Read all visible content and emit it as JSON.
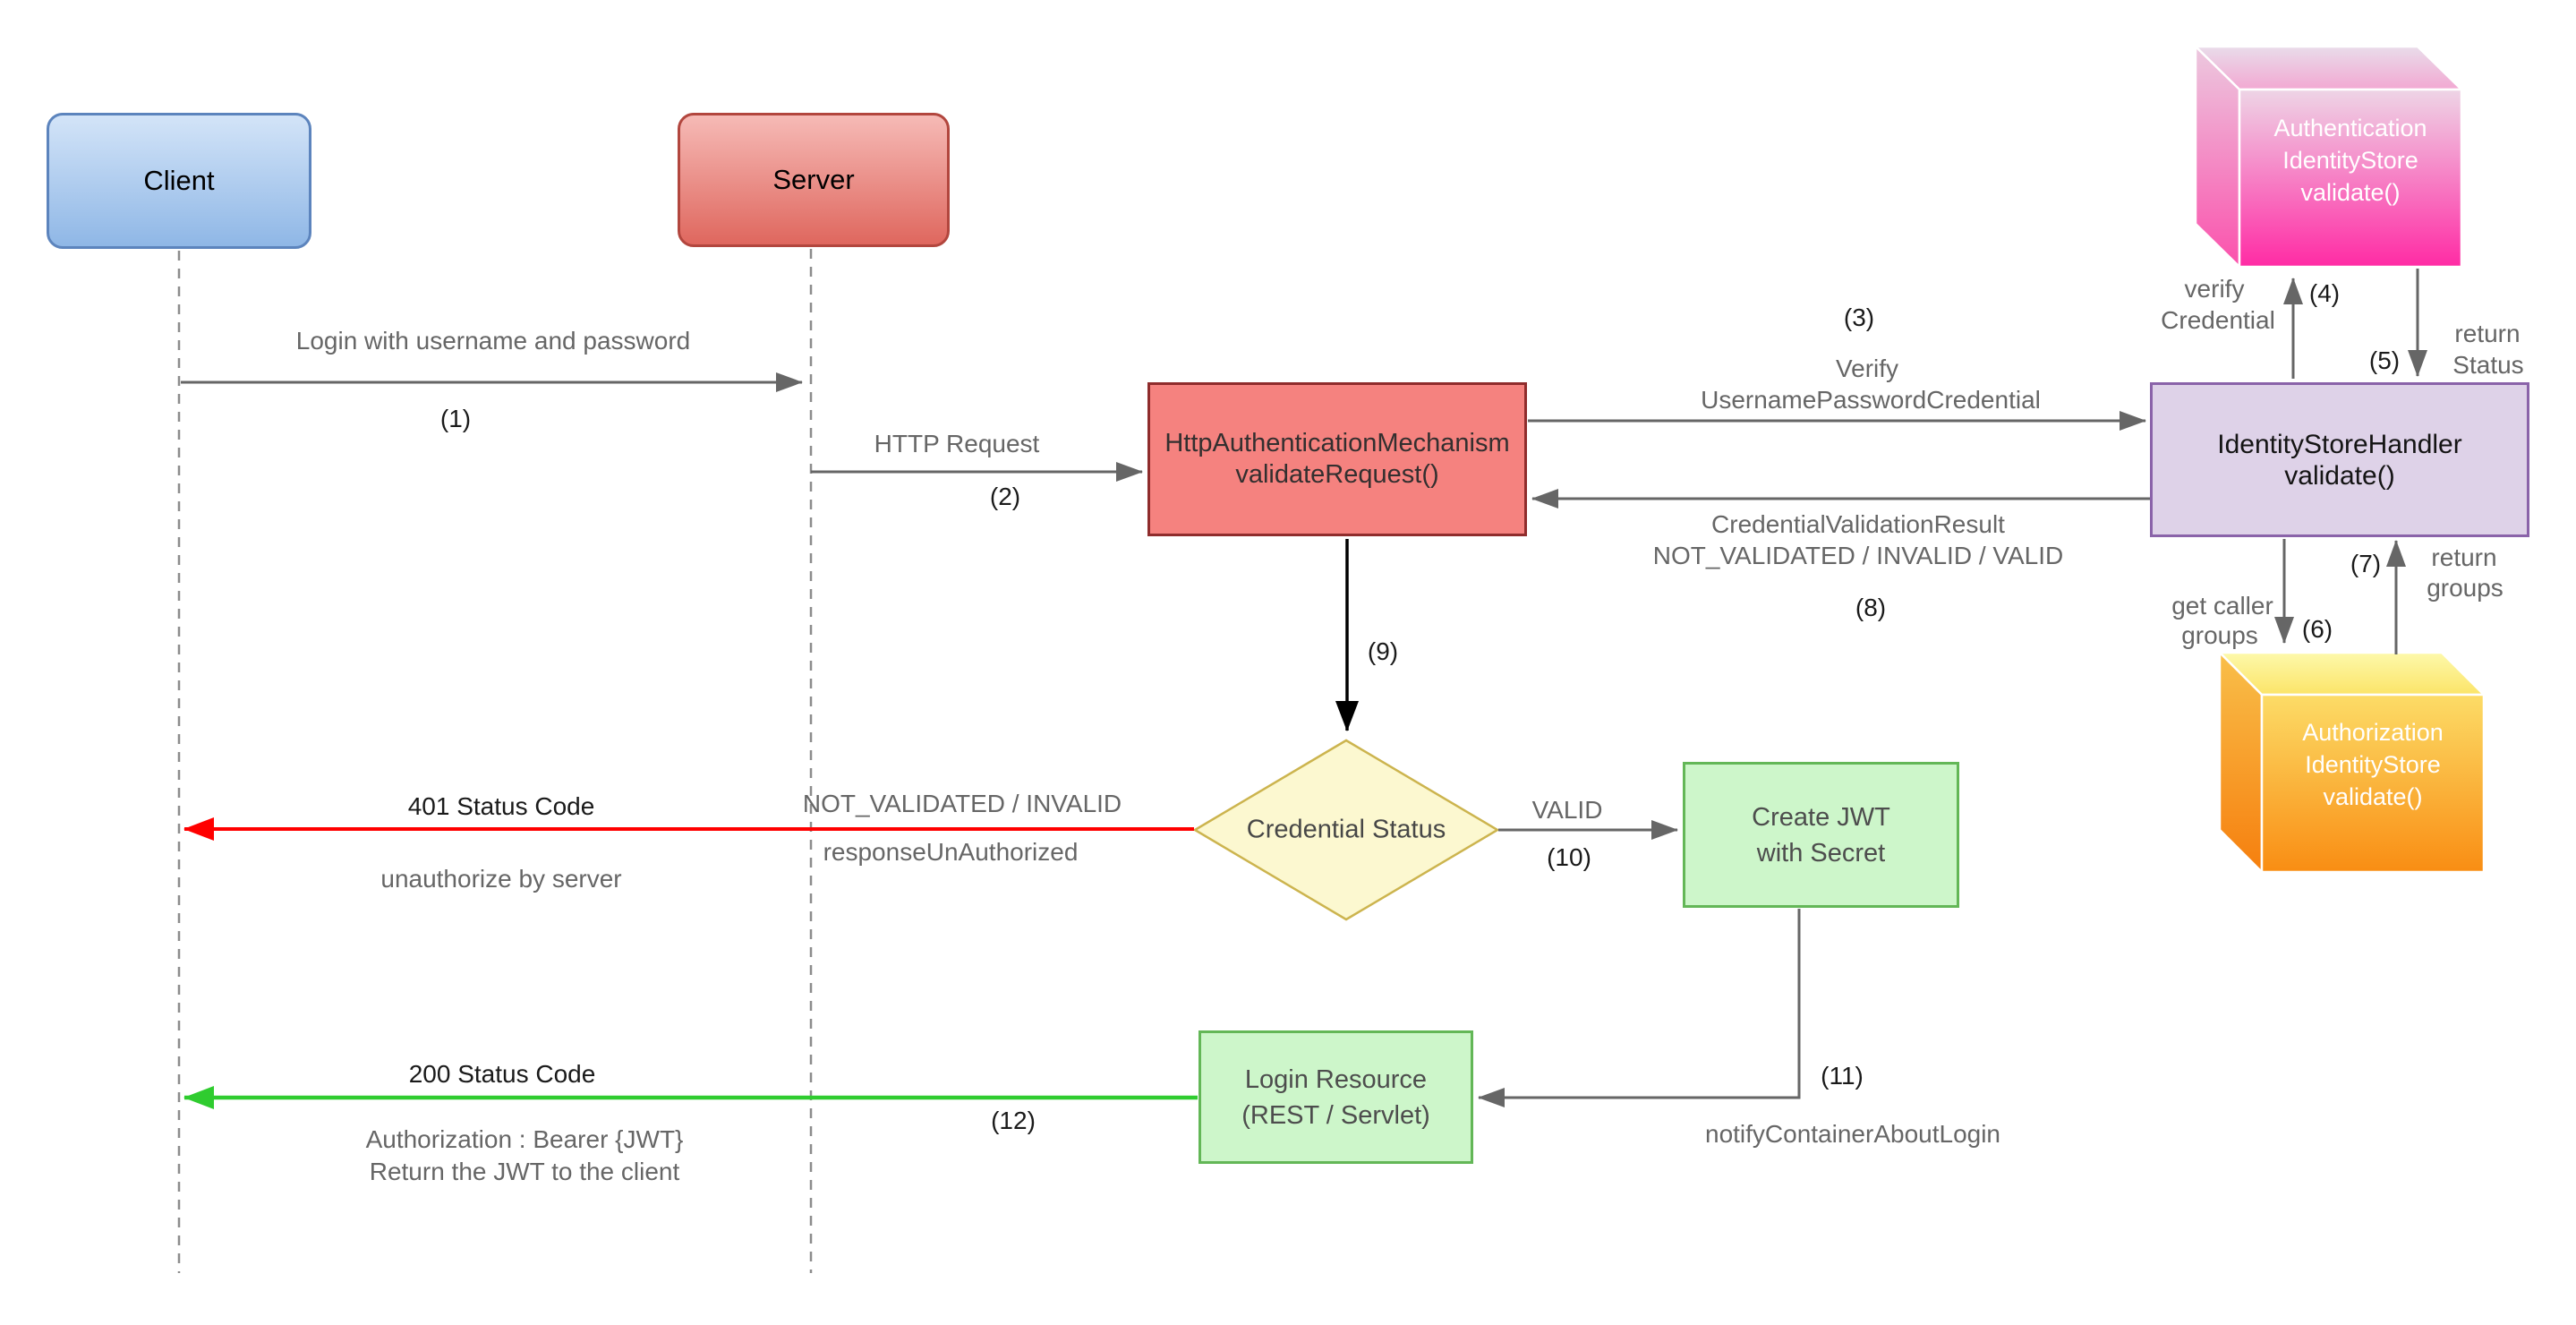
{
  "colors": {
    "client_fill_top": "#d3e4f8",
    "client_fill_bottom": "#8fb7e6",
    "client_border": "#5c84bd",
    "server_fill_top": "#f6bab6",
    "server_fill_bottom": "#df675e",
    "server_border": "#b2463e",
    "http_auth_fill": "#f5827f",
    "http_auth_border": "#8f2c2c",
    "handler_fill": "#ded2e8",
    "handler_border": "#8a63a9",
    "green_box_fill": "#cdf6ca",
    "green_box_border": "#63b757",
    "diamond_fill": "#fcf8d0",
    "diamond_border": "#ccb44e",
    "auth_cube_gradient_top": "#eed5e6",
    "auth_cube_gradient_bottom": "#ff2ba4",
    "authz_cube_gradient_top": "#fcdc67",
    "authz_cube_gradient_bottom": "#f98d13",
    "arrow_gray": "#666666",
    "arrow_black": "#000000",
    "arrow_error_red": "#ff0000",
    "arrow_success_green": "#2fcc2f",
    "lifeline_gray": "#8c8c8c",
    "label_gray": "#666666",
    "label_black": "#1a1a1a"
  },
  "actors": {
    "client": "Client",
    "server": "Server"
  },
  "nodes": {
    "http_auth": {
      "line1": "HttpAuthenticationMechanism",
      "line2": "validateRequest()"
    },
    "identity_store_handler": {
      "line1": "IdentityStoreHandler",
      "line2": "validate()"
    },
    "auth_identity_store": {
      "line1": "Authentication",
      "line2": "IdentityStore",
      "line3": "validate()"
    },
    "authz_identity_store": {
      "line1": "Authorization",
      "line2": "IdentityStore",
      "line3": "validate()"
    },
    "decision": {
      "label": "Credential Status"
    },
    "create_jwt": {
      "line1": "Create JWT",
      "line2": "with Secret"
    },
    "login_resource": {
      "line1": "Login Resource",
      "line2": "(REST / Servlet)"
    }
  },
  "messages": {
    "m1": {
      "label": "Login with username and password",
      "num": "(1)"
    },
    "m2": {
      "label": "HTTP Request",
      "num": "(2)"
    },
    "m3": {
      "line1": "Verify",
      "line2": "UsernamePasswordCredential",
      "num": "(3)"
    },
    "m4": {
      "line1": "verify",
      "line2": "Credential",
      "num": "(4)"
    },
    "m5": {
      "line1": "return",
      "line2": "Status",
      "num": "(5)"
    },
    "m6": {
      "line1": "get caller",
      "line2": "groups",
      "num": "(6)"
    },
    "m7": {
      "line1": "return",
      "line2": "groups",
      "num": "(7)"
    },
    "m8": {
      "line1": "CredentialValidationResult",
      "line2": "NOT_VALIDATED / INVALID / VALID",
      "num": "(8)"
    },
    "m9": {
      "num": "(9)"
    },
    "m10": {
      "label": "VALID",
      "num": "(10)"
    },
    "m11": {
      "label": "notifyContainerAboutLogin",
      "num": "(11)"
    },
    "m12": {
      "num": "(12)"
    },
    "r401": {
      "title": "401 Status Code",
      "subtitle": "unauthorize by server",
      "branch_line1": "NOT_VALIDATED / INVALID",
      "branch_line2": "responseUnAuthorized"
    },
    "r200": {
      "title": "200 Status Code",
      "note_line1": "Authorization : Bearer {JWT}",
      "note_line2": "Return the JWT to the client"
    }
  }
}
